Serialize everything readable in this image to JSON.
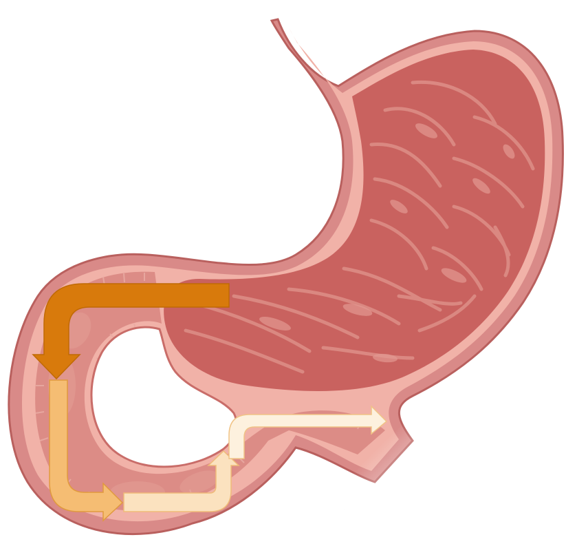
{
  "figure": {
    "subject": "stomach-and-duodenum-illustration",
    "colors": {
      "background": "#ffffff",
      "organ_wall_outer": "#d98a88",
      "organ_wall_edge": "#b9605e",
      "organ_lining": "#f1b2a8",
      "organ_interior": "#c9625f",
      "organ_rugae": "#de8f88",
      "organ_villi": "#e7a59c",
      "arrow_dark": "#d87a0c",
      "arrow_medium": "#f5bd73",
      "arrow_light": "#fbe2bf",
      "arrow_lightest": "#fdf1de"
    },
    "arrows": [
      {
        "name": "flow-arrow-stomach-exit",
        "direction": "left-then-down",
        "shade": "arrow_dark"
      },
      {
        "name": "flow-arrow-duodenum-descending",
        "direction": "down-then-right",
        "shade": "arrow_medium"
      },
      {
        "name": "flow-arrow-duodenum-horizontal",
        "direction": "right-then-up",
        "shade": "arrow_light"
      },
      {
        "name": "flow-arrow-duodenum-ascending",
        "direction": "up-then-right",
        "shade": "arrow_lightest"
      }
    ]
  }
}
